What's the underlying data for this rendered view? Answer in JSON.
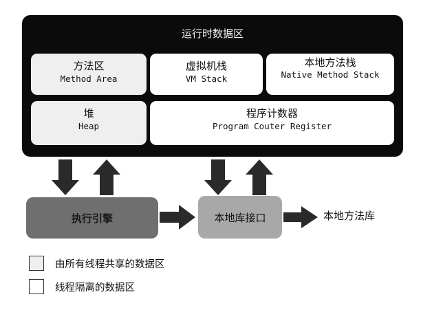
{
  "runtime_data_area": {
    "title": "运行时数据区",
    "method_area": {
      "zh": "方法区",
      "en": "Method Area"
    },
    "vm_stack": {
      "zh": "虚拟机栈",
      "en": "VM Stack"
    },
    "native_method_stack": {
      "zh": "本地方法栈",
      "en": "Native Method Stack"
    },
    "heap": {
      "zh": "堆",
      "en": "Heap"
    },
    "program_counter": {
      "zh": "程序计数器",
      "en": "Program Couter Register"
    }
  },
  "execution_engine": "执行引擎",
  "native_interface": "本地库接口",
  "native_library": "本地方法库",
  "legend": {
    "shared": "由所有线程共享的数据区",
    "isolated": "线程隔离的数据区"
  },
  "colors": {
    "runtime_bg": "#0b0b0b",
    "shared_area": "#efefef",
    "isolated_area": "#ffffff",
    "arrow": "#2a2a2a",
    "execution_engine": "#6f6f6f",
    "native_interface": "#a8a8a8"
  }
}
